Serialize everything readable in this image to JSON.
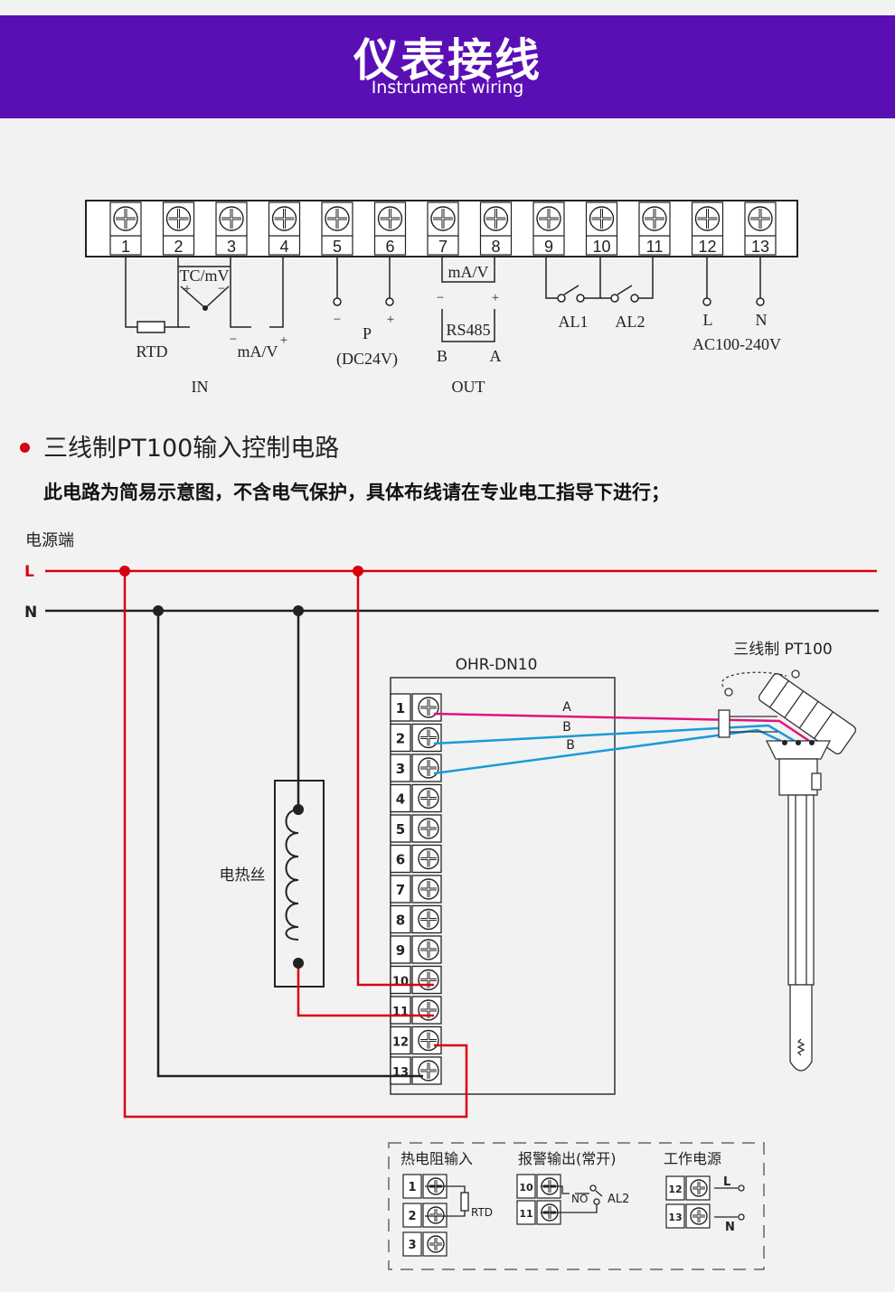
{
  "header": {
    "title": "仪表接线",
    "subtitle": "Instrument wiring"
  },
  "terminal_strip": {
    "numbers": [
      "1",
      "2",
      "3",
      "4",
      "5",
      "6",
      "7",
      "8",
      "9",
      "10",
      "11",
      "12",
      "13"
    ],
    "labels": {
      "tc_mv": "TC/mV",
      "tc_plus": "+",
      "tc_minus": "−",
      "rtd": "RTD",
      "ma_v_in": "mA/V",
      "ma_v_in_minus": "−",
      "ma_v_in_plus": "+",
      "in": "IN",
      "p_minus": "−",
      "p_plus": "+",
      "p": "P",
      "dc24v": "(DC24V)",
      "ma_v_out": "mA/V",
      "ma_v_out_minus": "−",
      "ma_v_out_plus": "+",
      "rs485": "RS485",
      "b": "B",
      "a": "A",
      "out": "OUT",
      "al1": "AL1",
      "al2": "AL2",
      "l": "L",
      "n": "N",
      "ac": "AC100-240V"
    }
  },
  "section": {
    "title": "三线制PT100输入控制电路",
    "note": "此电路为简易示意图，不含电气保护，具体布线请在专业电工指导下进行；"
  },
  "circuit": {
    "power_label": "电源端",
    "l_label": "L",
    "n_label": "N",
    "device": "OHR-DN10",
    "sensor": "三线制 PT100",
    "heater": "电热丝",
    "wire_a": "A",
    "wire_b1": "B",
    "wire_b2": "B",
    "terminals": [
      "1",
      "2",
      "3",
      "4",
      "5",
      "6",
      "7",
      "8",
      "9",
      "10",
      "11",
      "12",
      "13"
    ],
    "colors": {
      "red": "#d7000f",
      "pink": "#e0157f",
      "blue": "#1a9ad8",
      "black": "#222222"
    }
  },
  "legend": {
    "rtd_title": "热电阻输入",
    "rtd_label": "RTD",
    "rtd_terms": [
      "1",
      "2",
      "3"
    ],
    "alarm_title": "报警输出(常开)",
    "alarm_no": "NO",
    "alarm_al2": "AL2",
    "alarm_terms": [
      "10",
      "11"
    ],
    "power_title": "工作电源",
    "power_terms": [
      "12",
      "13"
    ],
    "power_l": "L",
    "power_n": "N"
  }
}
